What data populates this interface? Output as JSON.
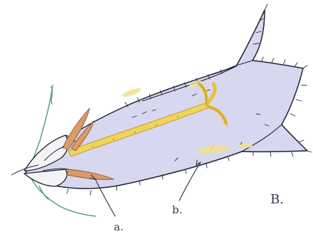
{
  "labels": {
    "a": "a.",
    "b": "b.",
    "figure": "B."
  },
  "colors": {
    "petal_fill": "#d8d7f0",
    "petal_outline": "#1f2433",
    "style_yellow": "#f0d35a",
    "stigma_yellow": "#e6c23a",
    "stamen_orange": "#d99a6c",
    "stem_green": "#4f9a78",
    "hair_dark": "#2a2e3a",
    "ink": "#333a4a"
  }
}
